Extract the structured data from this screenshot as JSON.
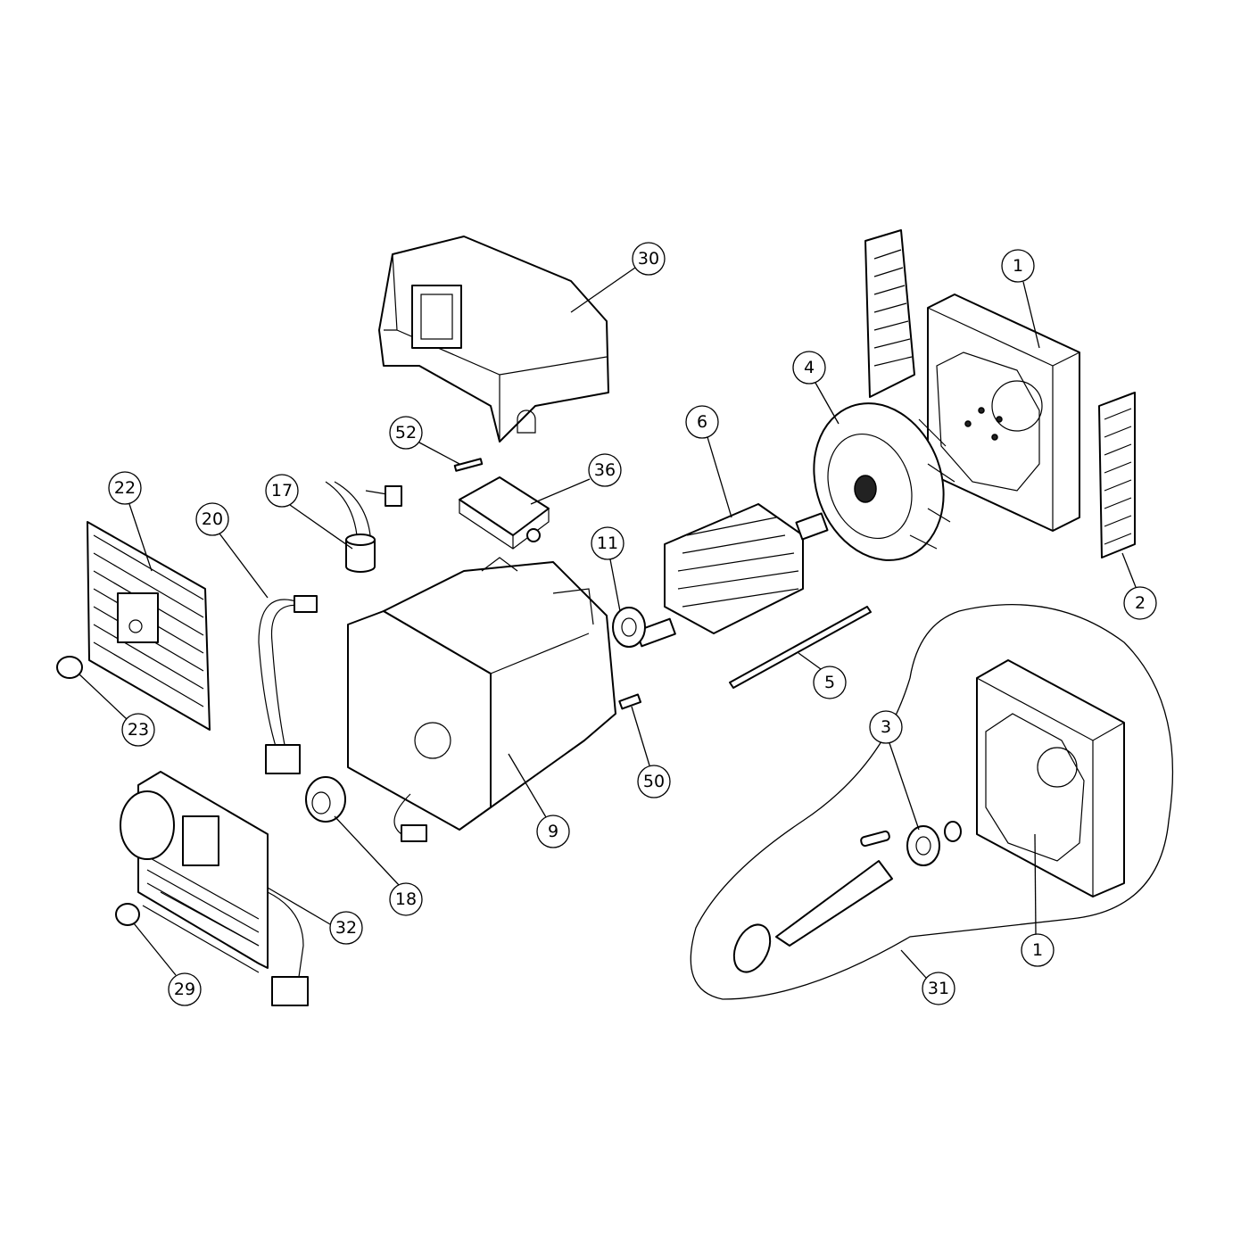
{
  "callouts": {
    "c30": "30",
    "c1a": "1",
    "c4": "4",
    "c6": "6",
    "c52": "52",
    "c36": "36",
    "c17": "17",
    "c22": "22",
    "c20": "20",
    "c11": "11",
    "c2": "2",
    "c5": "5",
    "c23": "23",
    "c3": "3",
    "c50": "50",
    "c9": "9",
    "c18": "18",
    "c32": "32",
    "c1b": "1",
    "c31": "31",
    "c29": "29"
  }
}
